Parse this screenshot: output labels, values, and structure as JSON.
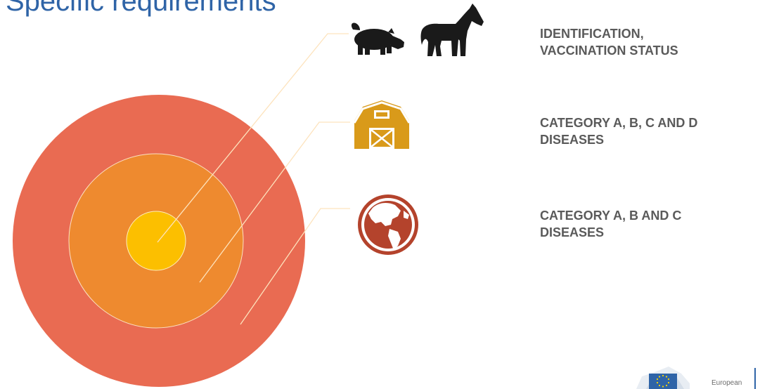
{
  "slide": {
    "title": "Specific requirements",
    "footer_logo_text": "European"
  },
  "levels": [
    {
      "key": "inner",
      "label_line1": "IDENTIFICATION,",
      "label_line2": "VACCINATION STATUS",
      "icon": "pig-and-horse-icon",
      "color": "#fcbf00"
    },
    {
      "key": "middle",
      "label_line1": "CATEGORY A, B, C AND D",
      "label_line2": "DISEASES",
      "icon": "barn-icon",
      "color": "#ee8a2f"
    },
    {
      "key": "outer",
      "label_line1": "CATEGORY A, B AND C",
      "label_line2": "DISEASES",
      "icon": "globe-icon",
      "color": "#e96b52"
    }
  ],
  "colors": {
    "title": "#2f64a7",
    "outer_circle": "#e96b52",
    "middle_circle": "#ee8a2f",
    "inner_circle": "#fcbf00",
    "barn": "#d99a1a",
    "globe": "#b4432c",
    "animals": "#1a1a1a",
    "label_text": "#5a5a5a"
  }
}
